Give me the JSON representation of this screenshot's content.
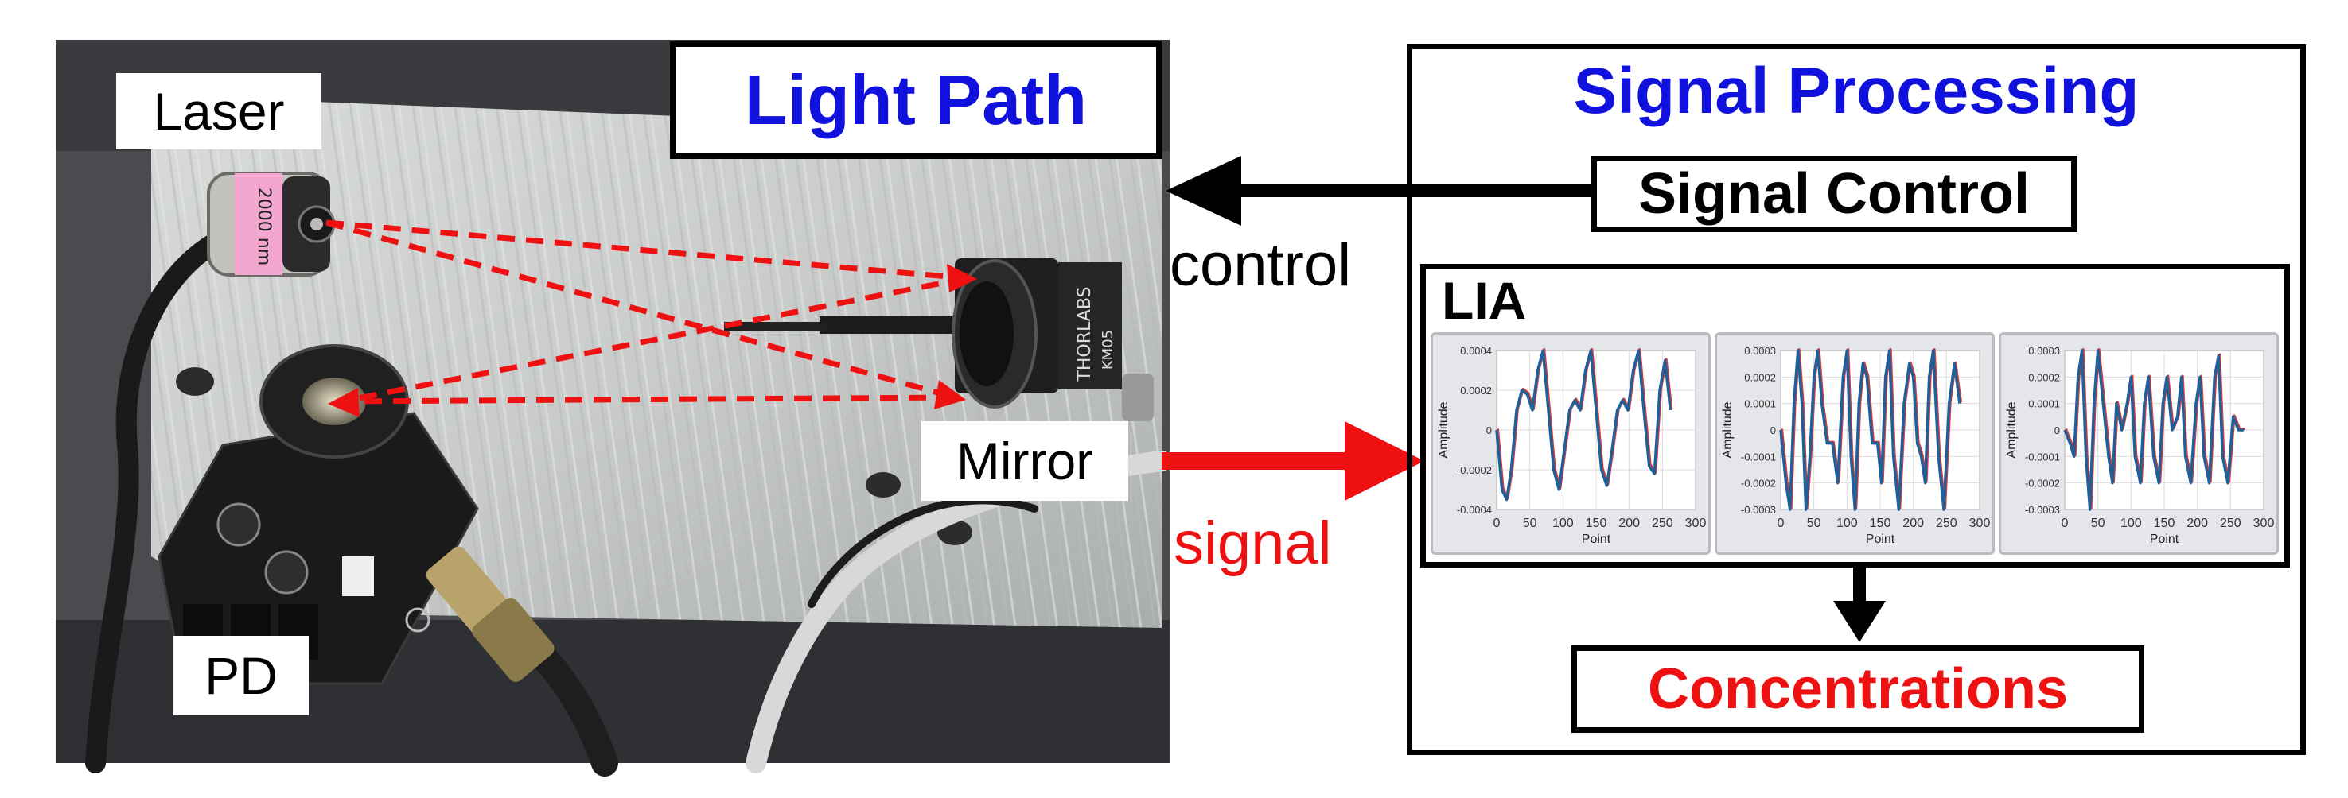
{
  "photo": {
    "labels": {
      "laser": "Laser",
      "mirror": "Mirror",
      "pd": "PD"
    },
    "laser_sticker": "2000 nm",
    "mirror_brand": "THORLABS",
    "mirror_model": "KM05"
  },
  "light_path": {
    "title": "Light Path"
  },
  "signal_processing": {
    "title": "Signal Processing",
    "signal_control": "Signal Control",
    "lia_label": "LIA",
    "concentrations": "Concentrations"
  },
  "arrows": {
    "control": "control",
    "signal": "signal"
  },
  "colors": {
    "title_blue": "#1111dd",
    "accent_red": "#ee1111",
    "beam_red": "#ee1111",
    "plot_blue": "#1f5f9a",
    "plot_red": "#d83a3a",
    "panel_bg": "#e4e6ea"
  },
  "chart_data": [
    {
      "type": "line",
      "xlabel": "Point",
      "ylabel": "Amplitude",
      "xlim": [
        0,
        300
      ],
      "ylim": [
        -0.0004,
        0.0004
      ],
      "x_ticks": [
        "0",
        "50",
        "100",
        "150",
        "200",
        "250",
        "300"
      ],
      "y_ticks": [
        "0.0004",
        "0.0002",
        "0",
        "-0.0002",
        "-0.0004"
      ],
      "grid": true,
      "series": [
        {
          "x": [
            0,
            8,
            15,
            22,
            30,
            38,
            46,
            54,
            62,
            70,
            78,
            86,
            94,
            102,
            110,
            118,
            126,
            134,
            142,
            150,
            158,
            166,
            174,
            182,
            190,
            198,
            206,
            214,
            222,
            230,
            238,
            246,
            254,
            262
          ],
          "values": [
            0,
            -0.0003,
            -0.00035,
            -0.0002,
            0.0001,
            0.0002,
            0.00018,
            0.0001,
            0.0003,
            0.0004,
            0.0001,
            -0.0002,
            -0.0003,
            -0.0001,
            0.0001,
            0.00015,
            0.0001,
            0.0003,
            0.0004,
            0.0001,
            -0.0002,
            -0.00028,
            -0.0001,
            0.0001,
            0.00015,
            0.0001,
            0.0003,
            0.0004,
            0.0001,
            -0.00018,
            -0.00022,
            0.0002,
            0.00035,
            0.0001
          ]
        }
      ]
    },
    {
      "type": "line",
      "xlabel": "Point",
      "ylabel": "Amplitude",
      "xlim": [
        0,
        300
      ],
      "ylim": [
        -0.0003,
        0.0003
      ],
      "x_ticks": [
        "0",
        "50",
        "100",
        "150",
        "200",
        "250",
        "300"
      ],
      "y_ticks": [
        "0.0003",
        "0.0002",
        "0.0001",
        "0",
        "-0.0001",
        "-0.0002",
        "-0.0003"
      ],
      "grid": true,
      "series": [
        {
          "x": [
            0,
            8,
            14,
            20,
            26,
            32,
            38,
            44,
            50,
            56,
            62,
            70,
            78,
            86,
            94,
            100,
            106,
            112,
            118,
            124,
            130,
            138,
            146,
            152,
            158,
            164,
            170,
            178,
            186,
            194,
            200,
            206,
            212,
            218,
            224,
            230,
            238,
            246,
            254,
            262,
            270
          ],
          "values": [
            0,
            -0.0002,
            -0.0003,
            0.0001,
            0.0003,
            0.0001,
            -0.0003,
            -0.0001,
            0.0002,
            0.0003,
            0.0001,
            -5e-05,
            -5e-05,
            -0.0002,
            0.0002,
            0.0003,
            -0.0001,
            -0.0003,
            0.0001,
            0.00025,
            0.0002,
            -5e-05,
            -5e-05,
            -0.0002,
            0.0002,
            0.0003,
            -0.0001,
            -0.0003,
            0.0001,
            0.00025,
            0.0002,
            -5e-05,
            -0.0001,
            -0.0002,
            0.0002,
            0.0003,
            -0.0001,
            -0.0003,
            0.0001,
            0.00025,
            0.0001
          ]
        }
      ]
    },
    {
      "type": "line",
      "xlabel": "Point",
      "ylabel": "Amplitude",
      "xlim": [
        0,
        300
      ],
      "ylim": [
        -0.0003,
        0.0003
      ],
      "x_ticks": [
        "0",
        "50",
        "100",
        "150",
        "200",
        "250",
        "300"
      ],
      "y_ticks": [
        "0.0003",
        "0.0002",
        "0.0001",
        "0",
        "-0.0001",
        "-0.0002",
        "-0.0003"
      ],
      "grid": true,
      "series": [
        {
          "x": [
            0,
            8,
            14,
            20,
            26,
            32,
            38,
            44,
            50,
            58,
            66,
            72,
            78,
            86,
            94,
            100,
            106,
            114,
            120,
            126,
            134,
            142,
            148,
            154,
            162,
            170,
            176,
            182,
            190,
            198,
            204,
            210,
            218,
            226,
            232,
            238,
            246,
            254,
            262,
            270
          ],
          "values": [
            0,
            -5e-05,
            -0.0001,
            0.0002,
            0.0003,
            -0.0001,
            -0.0003,
            0.0001,
            0.0003,
            0.0001,
            -0.0001,
            -0.0002,
            0.0001,
            0.0,
            0.0001,
            0.0002,
            -0.0001,
            -0.0002,
            0.0001,
            0.0002,
            -0.0001,
            -0.0002,
            0.0001,
            0.0002,
            0.0,
            5e-05,
            0.0002,
            -0.0001,
            -0.0002,
            0.0001,
            0.0002,
            -0.0001,
            -0.0002,
            0.0002,
            0.00028,
            -0.0001,
            -0.0002,
            5e-05,
            0.0,
            0.0
          ]
        }
      ]
    }
  ]
}
